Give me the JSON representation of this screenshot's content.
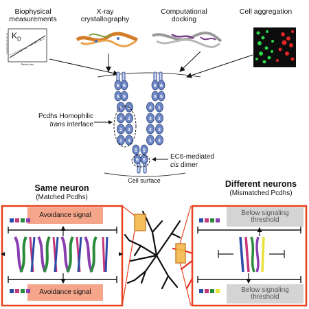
{
  "methods": [
    {
      "label": "Biophysical measurements"
    },
    {
      "label": "X-ray crystallography"
    },
    {
      "label": "Computational docking"
    },
    {
      "label": "Cell aggregation"
    }
  ],
  "graph_symbol": "K",
  "graph_symbol_sub": "D",
  "graph_ylabel": "Absorbance (AU) (a.u.)",
  "graph_xlabel": "Radius (cm)",
  "trans_interface": {
    "line1": "Pcdhs Homophilic",
    "line2_italic": "trans",
    "line2_rest": " interface"
  },
  "cis_dimer": {
    "line1": "EC6-mediated",
    "line2_italic": "cis",
    "line2_rest": " dimer"
  },
  "cell_surface": "Cell surface",
  "same_neuron": {
    "title": "Same neuron",
    "subtitle": "(Matched Pcdhs)"
  },
  "different_neurons": {
    "title": "Different neurons",
    "subtitle": "(Mismatched Pcdhs)"
  },
  "avoidance_top": "Avoidance signal",
  "avoidance_bottom": "Avoidance signal",
  "below_top": "Below signaling threshold",
  "below_bottom": "Below signaling threshold",
  "colors": {
    "domain_fill": "#6d86c4",
    "frame_red": "#e8401e",
    "box_pink": "#f4a58a",
    "box_gray": "#d4d4d4",
    "neuron_red": "#e8281e",
    "neuron_black": "#111111",
    "zoom_gold": "#e8a21e"
  },
  "left_stack_labels": [
    "6",
    "5",
    "4",
    "3",
    "2",
    "1"
  ],
  "right_stack_labels": [
    "6",
    "5",
    "4",
    "3",
    "2",
    "1"
  ]
}
